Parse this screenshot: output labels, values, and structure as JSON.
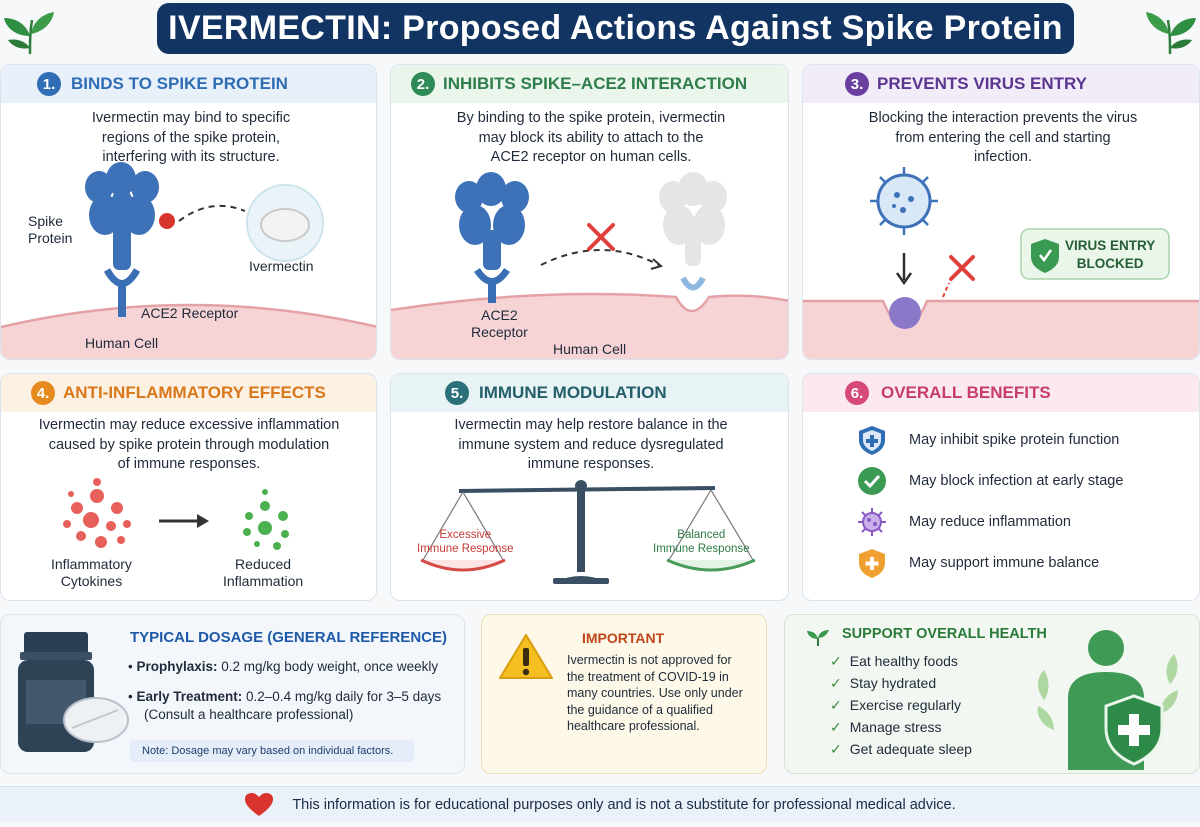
{
  "title": "IVERMECTIN: Proposed Actions Against Spike Protein",
  "colors": {
    "navy": "#123463",
    "blue": "#2f6db5",
    "green": "#2e8b57",
    "purple": "#6b3fa0",
    "orange": "#e58a1f",
    "teal": "#2a6f7a",
    "pink": "#d54a7a",
    "membrane": "#f3c9cb"
  },
  "panels": [
    {
      "number": "1.",
      "heading": "BINDS TO SPIKE PROTEIN",
      "desc": [
        "Ivermectin may bind to specific",
        "regions of the spike protein,",
        "interfering with its structure."
      ],
      "labels": {
        "spike": "Spike\nProtein",
        "drug": "Ivermectin",
        "receptor": "ACE2 Receptor",
        "cell": "Human Cell"
      }
    },
    {
      "number": "2.",
      "heading": "INHIBITS SPIKE–ACE2 INTERACTION",
      "desc": [
        "By binding to the spike protein, ivermectin",
        "may block its ability to attach to the",
        "ACE2 receptor on human cells."
      ],
      "labels": {
        "receptor": "ACE2\nReceptor",
        "cell": "Human Cell"
      }
    },
    {
      "number": "3.",
      "heading": "PREVENTS VIRUS ENTRY",
      "desc": [
        "Blocking the interaction prevents the virus",
        "from entering the cell and starting",
        "infection."
      ],
      "badge": "VIRUS ENTRY\nBLOCKED"
    },
    {
      "number": "4.",
      "heading": "ANTI-INFLAMMATORY EFFECTS",
      "desc": [
        "Ivermectin may reduce excessive inflammation",
        "caused by spike protein through modulation",
        "of immune responses."
      ],
      "labels": {
        "before": "Inflammatory\nCytokines",
        "after": "Reduced\nInflammation"
      }
    },
    {
      "number": "5.",
      "heading": "IMMUNE MODULATION",
      "desc": [
        "Ivermectin may help restore balance in the",
        "immune system and reduce dysregulated",
        "immune responses."
      ],
      "labels": {
        "left": "Excessive\nImmune Response",
        "right": "Balanced\nImmune Response"
      }
    },
    {
      "number": "6.",
      "heading": "OVERALL BENEFITS",
      "benefits": [
        {
          "icon": "shield-plus-icon",
          "text": "May inhibit spike protein function"
        },
        {
          "icon": "check-circle-icon",
          "text": "May block infection at early stage"
        },
        {
          "icon": "virus-icon",
          "text": "May reduce inflammation"
        },
        {
          "icon": "orange-shield-icon",
          "text": "May support immune balance"
        }
      ]
    }
  ],
  "dosage": {
    "heading": "TYPICAL DOSAGE (GENERAL REFERENCE)",
    "items": [
      {
        "label": "Prophylaxis:",
        "text": " 0.2 mg/kg body weight, once weekly"
      },
      {
        "label": "Early Treatment:",
        "text": " 0.2–0.4 mg/kg daily for 3–5 days",
        "sub": "(Consult a healthcare professional)"
      }
    ],
    "note": "Note: Dosage may vary based on individual factors."
  },
  "important": {
    "heading": "IMPORTANT",
    "lines": [
      "Ivermectin is not approved for",
      "the treatment of COVID-19 in",
      "many countries. Use only under",
      "the guidance of a qualified",
      "healthcare professional."
    ]
  },
  "health": {
    "heading": "SUPPORT OVERALL HEALTH",
    "items": [
      "Eat healthy foods",
      "Stay hydrated",
      "Exercise regularly",
      "Manage stress",
      "Get adequate sleep"
    ]
  },
  "footer": "This information is for educational purposes only and is not a substitute for professional medical advice."
}
